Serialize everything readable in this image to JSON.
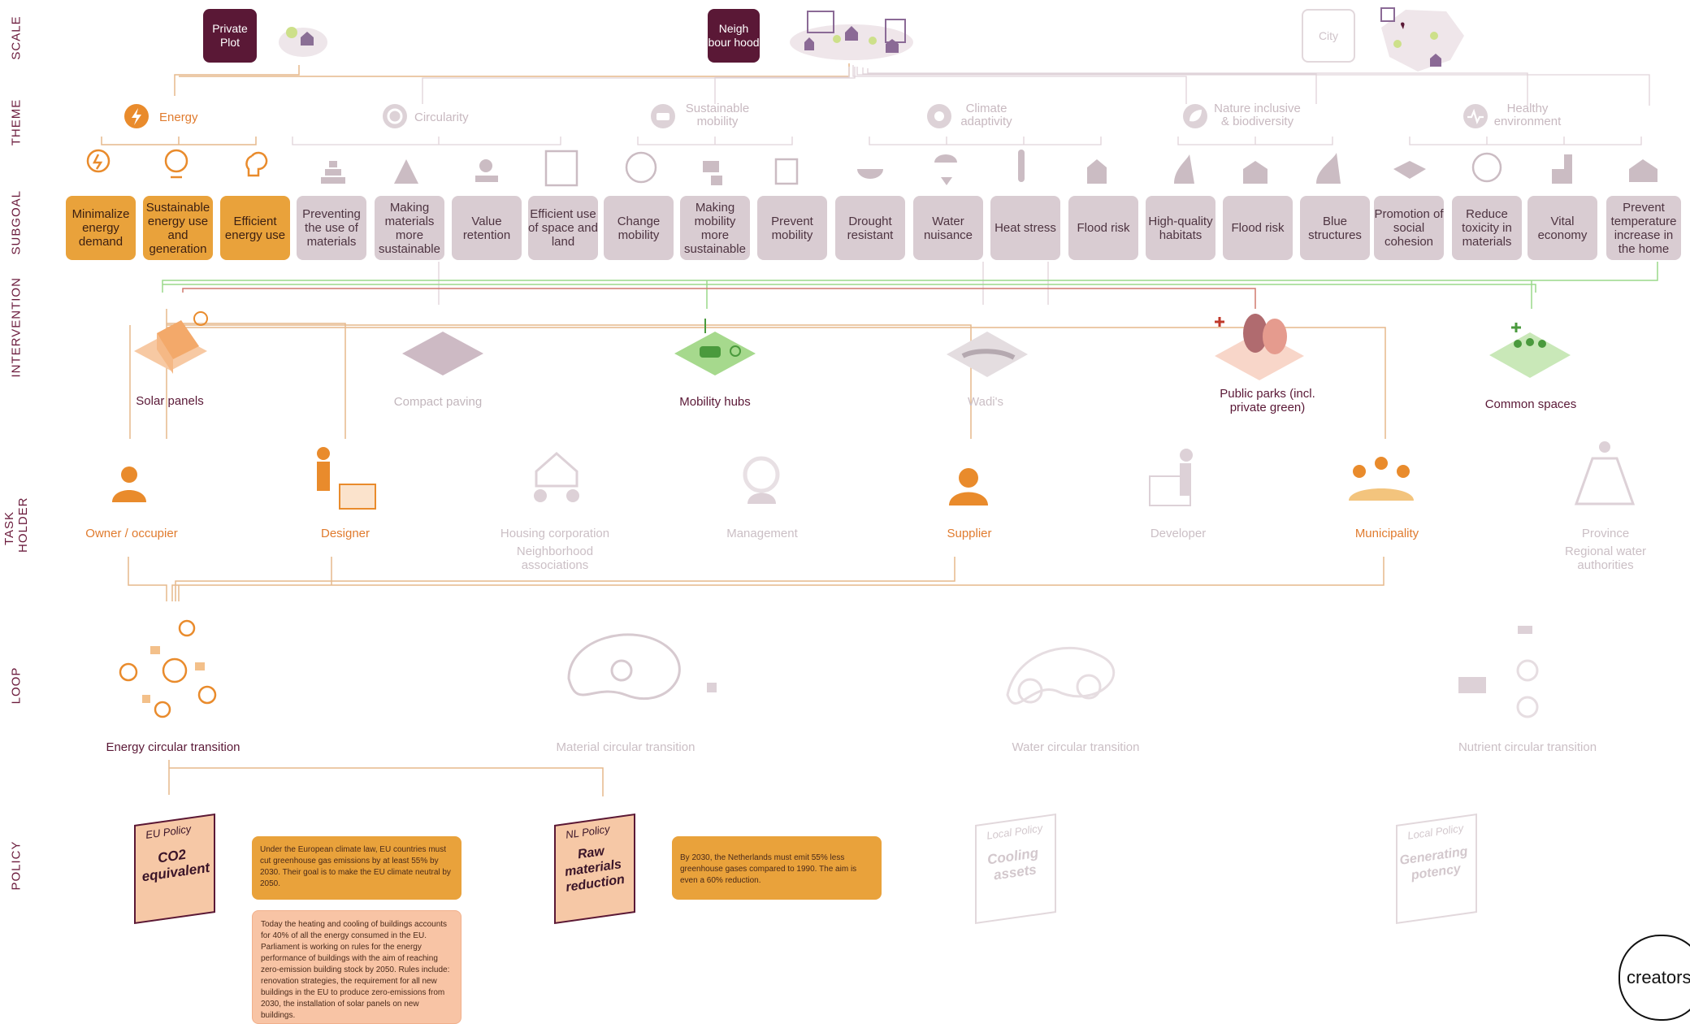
{
  "row_labels": [
    "SCALE",
    "THEME",
    "SUBGOAL",
    "INTERVENTION",
    "TASK HOLDER",
    "LOOP",
    "POLICY"
  ],
  "scale": {
    "private_plot": "Private Plot",
    "neighbourhood": "Neigh bour hood",
    "city": "City"
  },
  "themes": [
    "Energy",
    "Circularity",
    "Sustainable mobility",
    "Climate adaptivity",
    "Nature inclusive & biodiversity",
    "Healthy environment"
  ],
  "subgoals": [
    "Minimalize energy demand",
    "Sustainable energy use and generation",
    "Efficient energy use",
    "Preventing the use of materials",
    "Making materials more sustainable",
    "Value retention",
    "Efficient use of space and land",
    "Change mobility",
    "Making mobility more sustainable",
    "Prevent mobility",
    "Drought resistant",
    "Water nuisance",
    "Heat stress",
    "Flood risk",
    "High-quality habitats",
    "Flood risk",
    "Blue structures",
    "Promotion of social cohesion",
    "Reduce toxicity in materials",
    "Vital economy",
    "Prevent temperature increase in the home"
  ],
  "interventions": [
    "Solar panels",
    "Compact paving",
    "Mobility hubs",
    "Wadi's",
    "Public parks (incl. private green)",
    "Common spaces"
  ],
  "task_holders": [
    "Owner / occupier",
    "Designer",
    "Housing corporation",
    "Neighborhood associations",
    "Management",
    "Supplier",
    "Developer",
    "Municipality",
    "Province",
    "Regional water authorities"
  ],
  "loops": [
    "Energy circular transition",
    "Material circular transition",
    "Water circular transition",
    "Nutrient circular transition"
  ],
  "policies": [
    {
      "tag": "EU Policy",
      "title": "CO2 equivalent"
    },
    {
      "tag": "NL Policy",
      "title": "Raw materials reduction"
    },
    {
      "tag": "Local Policy",
      "title": "Cooling assets"
    },
    {
      "tag": "Local Policy",
      "title": "Generating potency"
    }
  ],
  "notes": {
    "eu_1": "Under the European climate law, EU countries must cut greenhouse gas emissions by at least 55% by 2030. Their goal is to make the EU climate neutral by 2050.",
    "eu_2": "Today the heating and cooling of buildings accounts for 40% of all the energy consumed in the EU. Parliament is working on rules for the energy performance of buildings with the aim of reaching zero-emission building stock by 2050. Rules include: renovation strategies, the requirement for all new buildings in the EU to produce zero-emissions from 2030, the installation of solar panels on new buildings.",
    "nl_1": "By 2030, the Netherlands must emit 55% less greenhouse gases compared to 1990. The aim is even a 60% reduction."
  },
  "brand": "creators",
  "colors": {
    "active": "#e9a23b",
    "inactive": "#d9ccd2",
    "accent": "#5a1836",
    "green": "#8ccf73",
    "red": "#c0392b"
  }
}
